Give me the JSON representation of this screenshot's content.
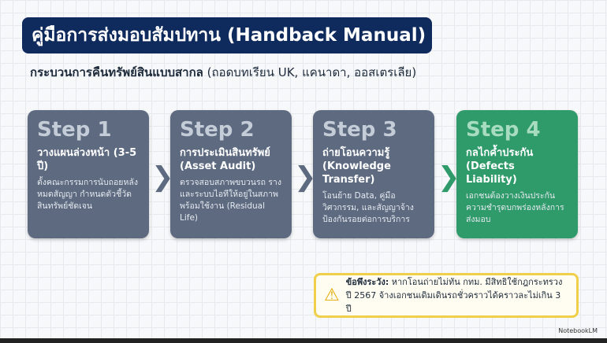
{
  "title": "คู่มือการส่งมอบสัมปทาน (Handback Manual)",
  "subtitle": {
    "bold": "กระบวนการคืนทรัพย์สินแบบสากล",
    "rest": "(ถอดบทเรียน UK, แคนาดา, ออสเตรเลีย)"
  },
  "steps": [
    {
      "label": "Step 1",
      "heading": "วางแผนล่วงหน้า (3-5 ปี)",
      "desc": "ตั้งคณะกรรมการนับถอยหลังหมดสัญญา กำหนดตัวชี้วัดสินทรัพย์ชัดเจน"
    },
    {
      "label": "Step 2",
      "heading": "การประเมินสินทรัพย์ (Asset Audit)",
      "desc": "ตรวจสอบสภาพขบวนรถ ราง และระบบไอทีให้อยู่ในสภาพพร้อมใช้งาน (Residual Life)"
    },
    {
      "label": "Step 3",
      "heading": "ถ่ายโอนความรู้ (Knowledge Transfer)",
      "desc": "โอนย้าย Data, คู่มือวิศวกรรม, และสัญญาจ้างป้องกันรอยต่อการบริการ"
    },
    {
      "label": "Step 4",
      "heading": "กลไกค้ำประกัน (Defects Liability)",
      "desc": "เอกชนต้องวางเงินประกันความชำรุดบกพร่องหลังการส่งมอบ"
    }
  ],
  "warning": {
    "label": "ข้อพึงระวัง:",
    "text": "หากโอนถ่ายไม่ทัน กทม. มีสิทธิใช้กฎกระทรวง ปี 2567 จ้างเอกชนเดิมเดินรถชั่วคราวได้คราวละไม่เกิน 3 ปี"
  },
  "brand": "NotebookLM",
  "colors": {
    "navy": "#0f2a5c",
    "slate": "#5d6a80",
    "green": "#2f9a6a",
    "warn": "#f0cf4a"
  }
}
